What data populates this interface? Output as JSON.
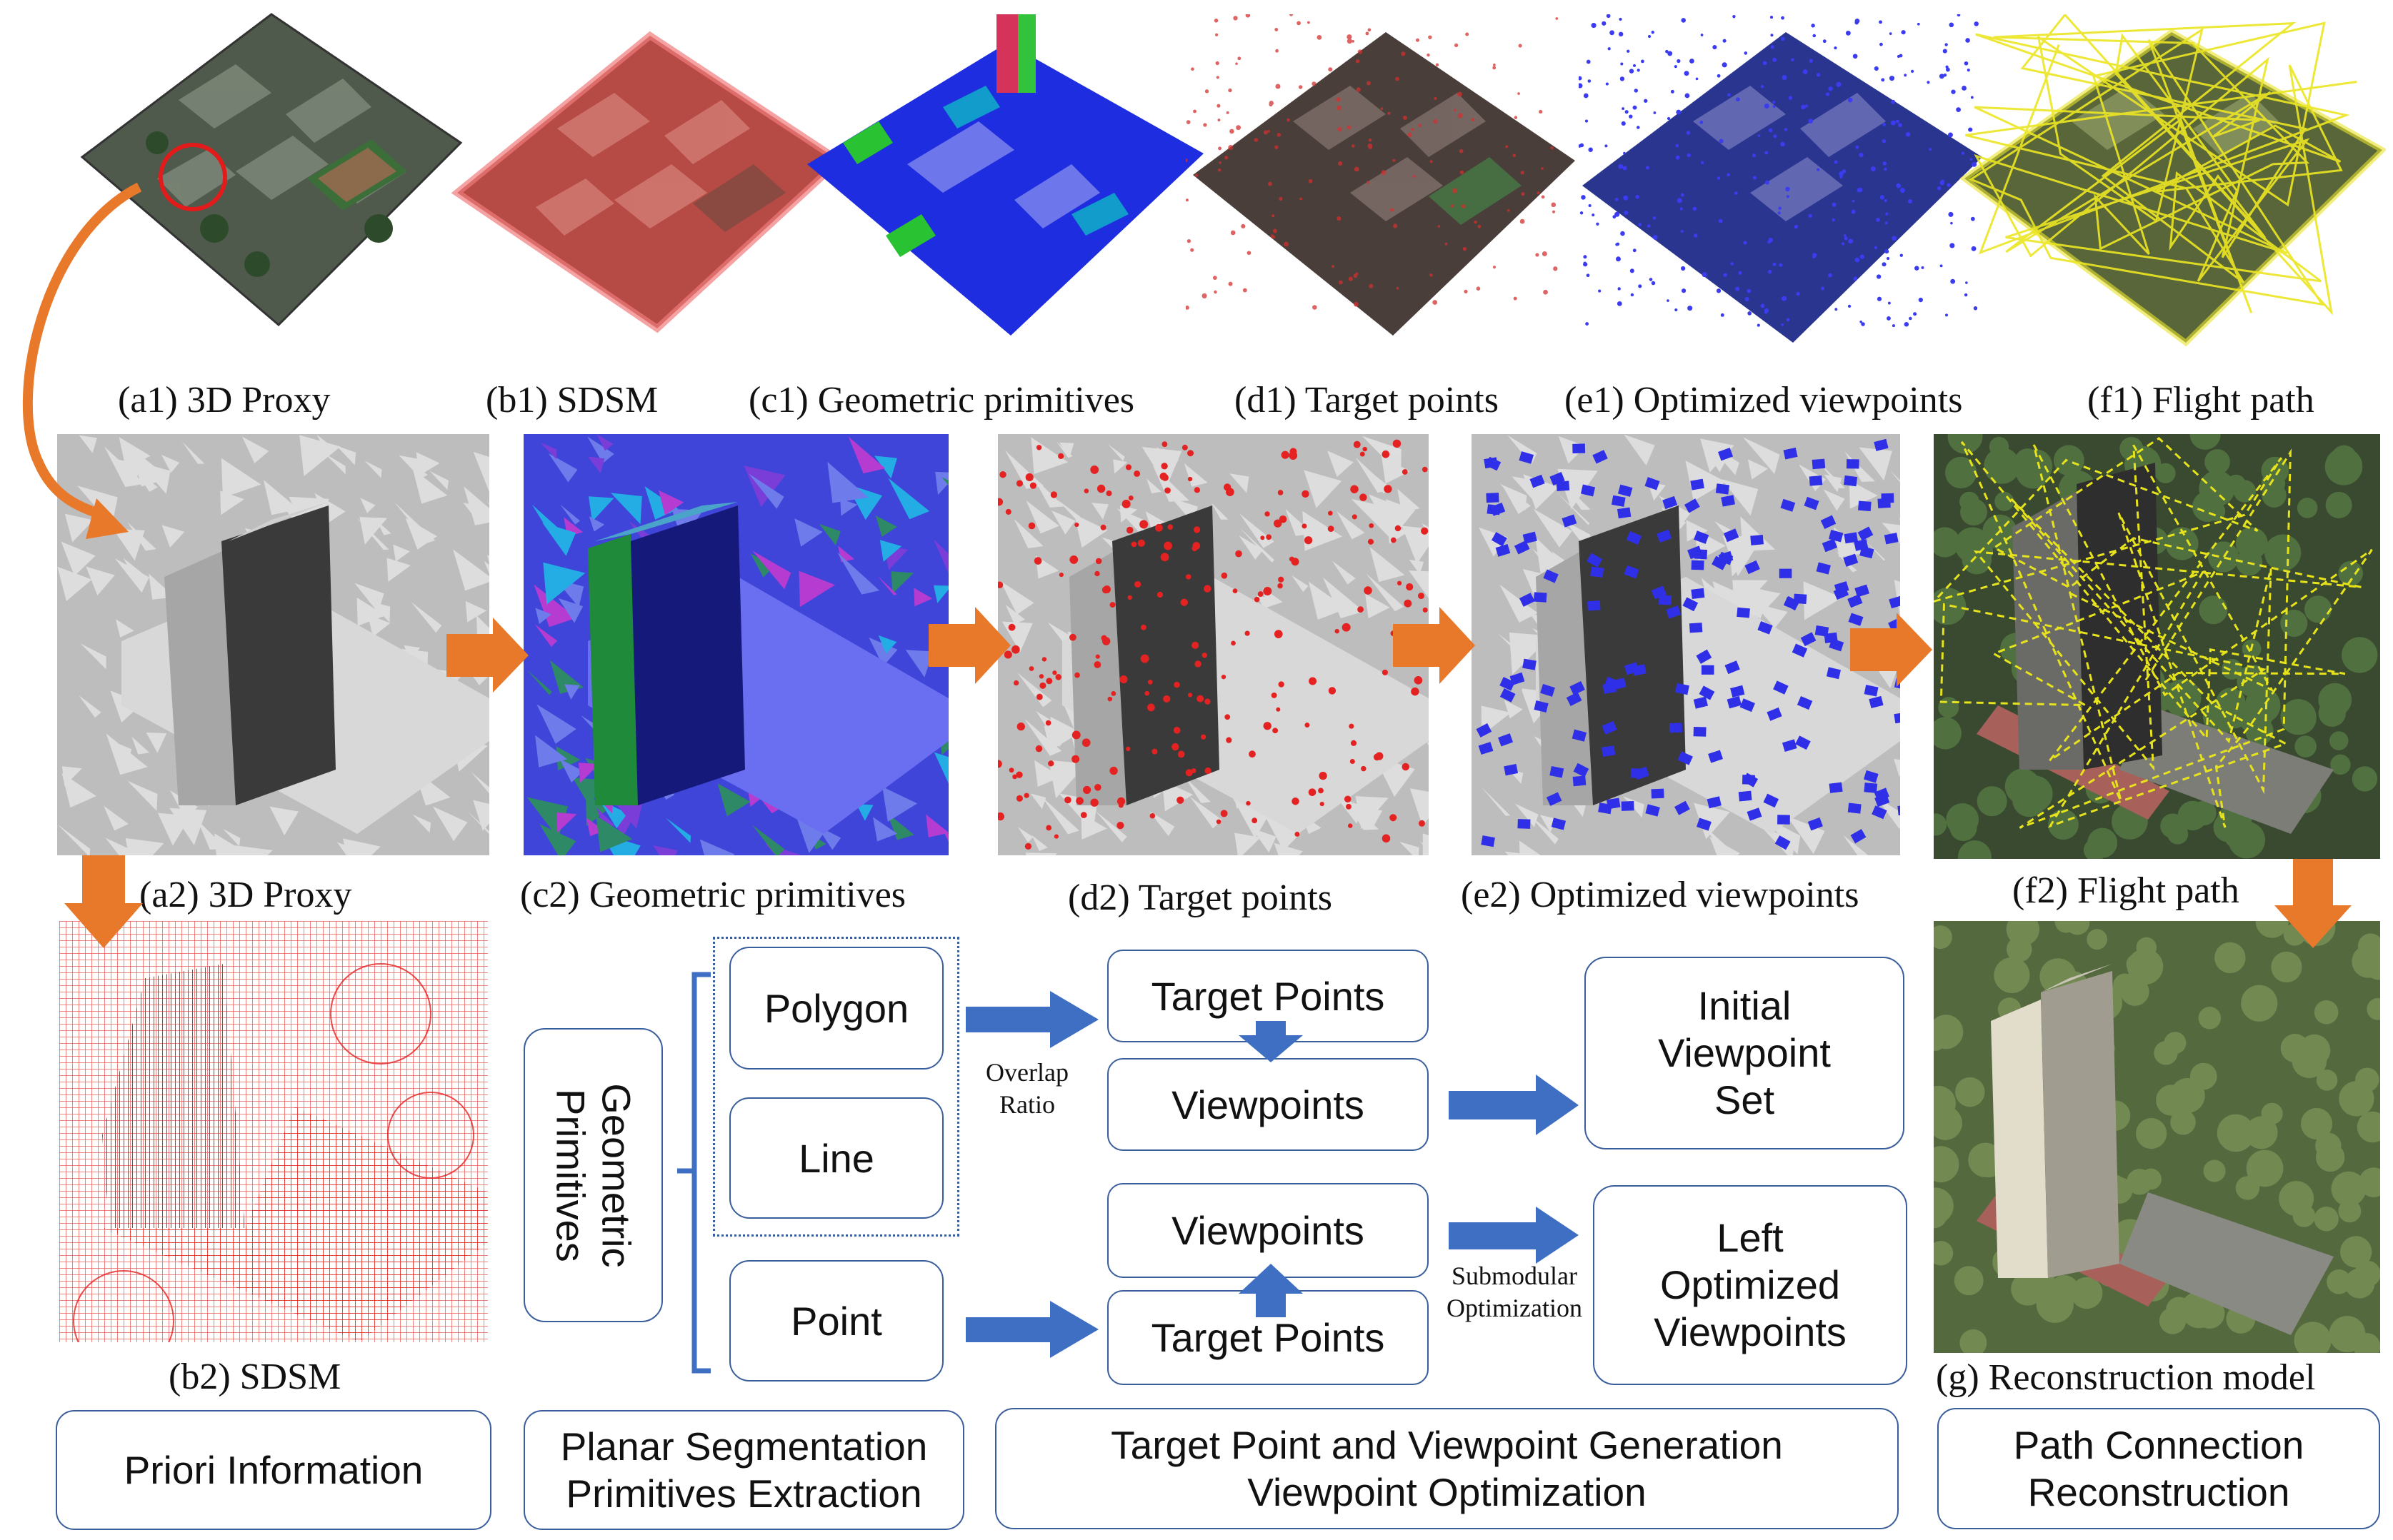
{
  "figure": {
    "top_row": [
      {
        "caption": "(a1) 3D Proxy",
        "kind": "city-textured"
      },
      {
        "caption": "(b1) SDSM",
        "kind": "city-red"
      },
      {
        "caption": "(c1) Geometric primitives",
        "kind": "city-blue"
      },
      {
        "caption": "(d1) Target points",
        "kind": "city-dark-red"
      },
      {
        "caption": "(e1) Optimized viewpoints",
        "kind": "city-navy"
      },
      {
        "caption": "(f1) Flight path",
        "kind": "city-yellow"
      }
    ],
    "middle_row": [
      {
        "caption": "(a2) 3D Proxy",
        "kind": "gray-mesh"
      },
      {
        "caption": "(c2) Geometric primitives",
        "kind": "normal-mesh"
      },
      {
        "caption": "(d2) Target points",
        "kind": "gray-mesh-red-dots"
      },
      {
        "caption": "(e2) Optimized viewpoints",
        "kind": "gray-mesh-blue-cubes"
      },
      {
        "caption": "(f2) Flight path",
        "kind": "photo-yellow-path"
      }
    ],
    "bottom_images": [
      {
        "caption": "(b2) SDSM",
        "kind": "red-lattice"
      },
      {
        "caption": "(g) Reconstruction model",
        "kind": "photo"
      }
    ],
    "flow": {
      "geometric_primitives": "Geometric\nPrimitives",
      "polygon": "Polygon",
      "line": "Line",
      "point": "Point",
      "target_points_top": "Target Points",
      "viewpoints_top": "Viewpoints",
      "overlap_ratio": "Overlap\nRatio",
      "initial_set": "Initial\nViewpoint\nSet",
      "viewpoints_bottom": "Viewpoints",
      "target_points_bottom": "Target Points",
      "submodular": "Submodular\nOptimization",
      "left_optimized": "Left\nOptimized\nViewpoints"
    },
    "stages": [
      "Priori Information",
      "Planar Segmentation\nPrimitives Extraction",
      "Target Point and Viewpoint Generation\nViewpoint Optimization",
      "Path Connection\nReconstruction"
    ],
    "colors": {
      "arrow_orange": "#e8782a",
      "arrow_blue": "#3f6fc3",
      "box_border": "#3a5e9c",
      "target_red": "#e52222",
      "viewpoint_blue": "#2f2fe8",
      "path_yellow": "#e6e21c"
    }
  }
}
